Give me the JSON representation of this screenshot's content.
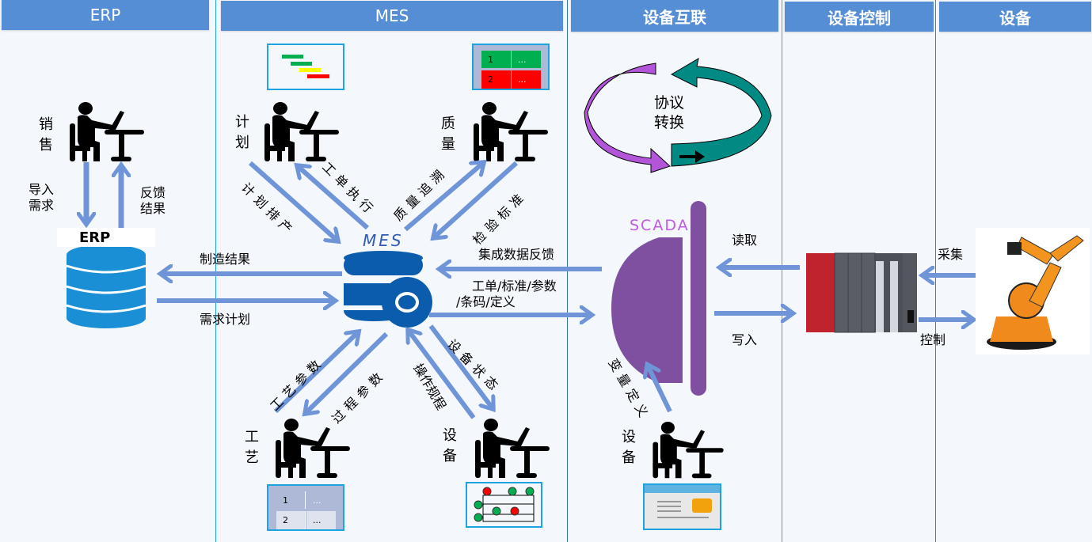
{
  "columns": [
    {
      "title": "ERP"
    },
    {
      "title": "MES"
    },
    {
      "title": "设备互联"
    },
    {
      "title": "设备控制"
    },
    {
      "title": "设备"
    }
  ],
  "erp": {
    "system_label": "ERP",
    "role_sales": "销售",
    "import_demand": "导入需求",
    "feedback_result": "反馈结果"
  },
  "mes": {
    "system_label": "MES",
    "role_plan": "计划",
    "role_quality": "质量",
    "role_process": "工艺",
    "role_equipment": "设备",
    "plan_schedule": "计划排产",
    "work_order_exec": "工单执行",
    "quality_trace": "质量追溯",
    "inspection_std": "检验标准",
    "process_param": "工艺参数",
    "process_param2": "过程参数",
    "operation_rule": "操作规程",
    "equipment_status": "设备状态",
    "mfg_result": "制造结果",
    "demand_plan": "需求计划",
    "integrated_feedback": "集成数据反馈",
    "dispatch_line1": "工单/标准/参数",
    "dispatch_line2": "/条码/定义",
    "table_panel": {
      "rows": [
        {
          "no": "1",
          "val": "..."
        },
        {
          "no": "2",
          "val": "..."
        }
      ]
    },
    "process_panel": {
      "rows": [
        {
          "no": "1",
          "val": "..."
        },
        {
          "no": "2",
          "val": "..."
        }
      ]
    }
  },
  "interconnect": {
    "protocol_line1": "协议",
    "protocol_line2": "转换",
    "scada_label": "SCADA",
    "read": "读取",
    "write": "写入",
    "role_equipment": "设备",
    "var_define": "变量定义"
  },
  "control": {
    "collect": "采集",
    "control": "控制"
  },
  "colors": {
    "header": "#558ed5",
    "arrow": "#6f95d8",
    "db_erp": "#1a8fd6",
    "db_mes": "#0b5cad",
    "scada": "#8050a0",
    "purple_arrow": "#b055d8",
    "teal_arrow": "#008a84"
  }
}
